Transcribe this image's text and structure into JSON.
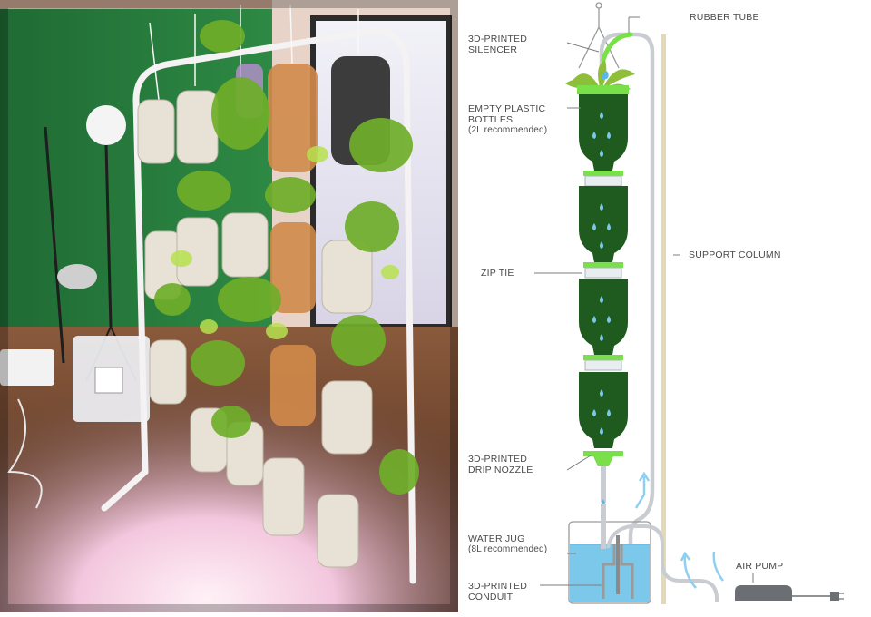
{
  "diagram": {
    "labels": {
      "rubber_tube": "RUBBER TUBE",
      "silencer": [
        "3D-PRINTED",
        "SILENCER"
      ],
      "bottles": [
        "EMPTY PLASTIC",
        "BOTTLES",
        "(2L recommended)"
      ],
      "support_column": "SUPPORT COLUMN",
      "zip_tie": "ZIP TIE",
      "drip_nozzle": [
        "3D-PRINTED",
        "DRIP NOZZLE"
      ],
      "water_jug": [
        "WATER JUG",
        "(8L recommended)"
      ],
      "conduit": [
        "3D-PRINTED",
        "CONDUIT"
      ],
      "air_pump": "AIR PUMP"
    },
    "colors": {
      "bottle_green": "#1f5a1f",
      "connector_green": "#7ae04a",
      "water_blue": "#7cc8ea",
      "tube_grey": "#c9cdd2",
      "column_tan": "#e3d9b8",
      "pump_grey": "#6b6e72"
    }
  },
  "photo": {
    "icons": [
      "hanging-bottle-garden",
      "studio-lamp",
      "storage-bin",
      "green-wall"
    ]
  }
}
